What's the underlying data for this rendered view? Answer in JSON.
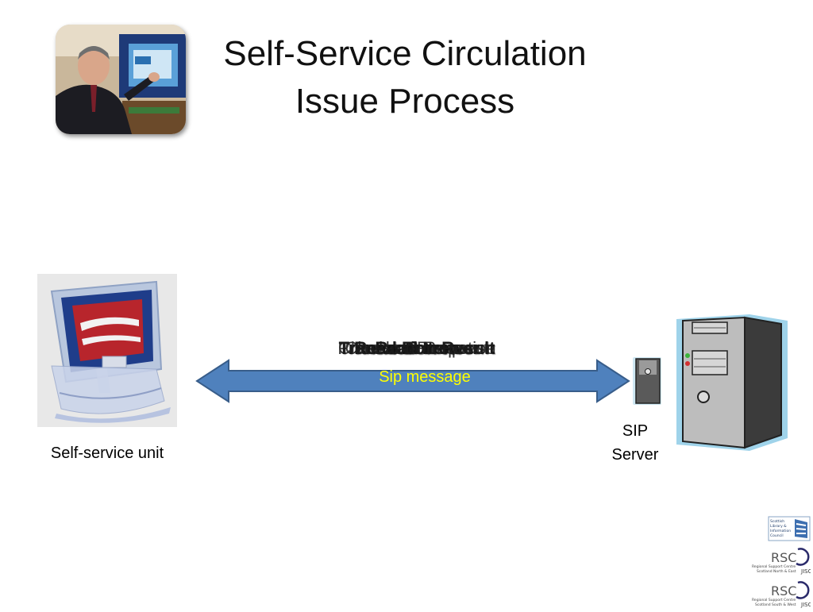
{
  "slide": {
    "title_line1": "Self-Service Circulation",
    "title_line2": "Issue Process"
  },
  "diagram": {
    "left_node_label": "Self-service unit",
    "right_node_label_line1": "SIP",
    "right_node_label_line2": "Server",
    "arrow_label": "Sip message",
    "overlapping_labels": [
      "Checkout Request",
      "Checkout Response",
      "Process Transaction",
      "Read Borrower",
      "Read Item",
      "Transaction Result"
    ]
  },
  "logos": [
    {
      "name": "Scottish Library & Information Council",
      "lines": [
        "Scottish",
        "Library &",
        "Information",
        "Council"
      ]
    },
    {
      "name": "RSC Scotland North & East",
      "mark": "RSC",
      "sub": "Regional Support Centre",
      "sub2": "Scotland North & East",
      "partner": "JISC"
    },
    {
      "name": "RSC Scotland South & West",
      "mark": "RSC",
      "sub": "Regional Support Centre",
      "sub2": "Scotland South & West",
      "partner": "JISC"
    }
  ],
  "colors": {
    "arrow_fill": "#4f81bd",
    "arrow_stroke": "#385d8a",
    "arrow_label": "#ffff00",
    "server_glow": "#9fd3ea"
  }
}
